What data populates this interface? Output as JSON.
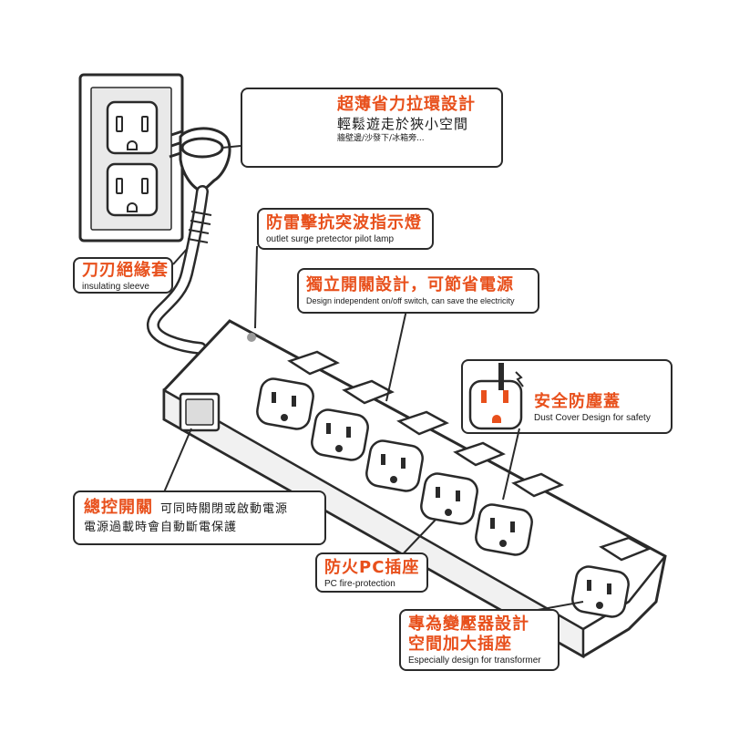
{
  "callouts": {
    "pull_ring": {
      "title": "超薄省力拉環設計",
      "line2": "輕鬆遊走於狹小空間",
      "line3": "牆壁邊/沙發下/冰箱旁..."
    },
    "insulating": {
      "title": "刀刃絕緣套",
      "sub": "insulating sleeve"
    },
    "pilot_lamp": {
      "title": "防雷擊抗突波指示燈",
      "sub": "outlet surge pretector pilot lamp"
    },
    "independent_switch": {
      "title": "獨立開關設計，可節省電源",
      "sub": "Design independent on/off switch, can save the electricity"
    },
    "dust_cover": {
      "title": "安全防塵蓋",
      "sub": "Dust Cover Design for safety"
    },
    "master_switch": {
      "title": "總控開關",
      "line1_rest": "可同時關閉或啟動電源",
      "line2": "電源過載時會自動斷電保護"
    },
    "pc_socket": {
      "title": "防火PC插座",
      "sub": "PC fire-protection"
    },
    "transformer": {
      "title": "專為變壓器設計",
      "title2": "空間加大插座",
      "sub": "Especially design for transformer"
    }
  },
  "colors": {
    "accent": "#e8501c",
    "line": "#2a2a2a",
    "shade": "#d9d9d9",
    "led": "#e8501c"
  }
}
